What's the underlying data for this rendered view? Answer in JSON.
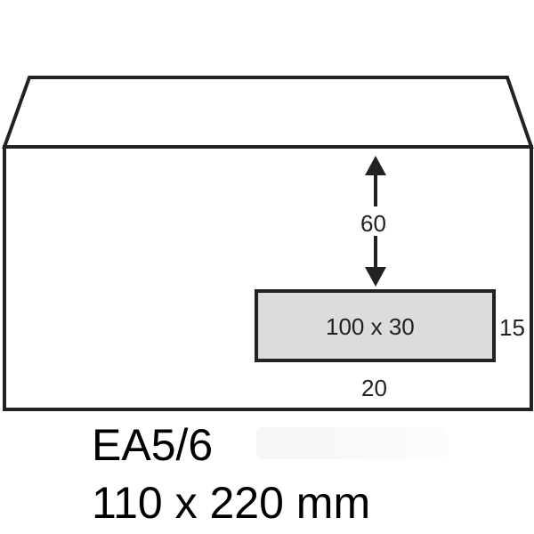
{
  "envelope": {
    "stroke_color": "#222222",
    "window_fill": "#dcdcdc",
    "window_label": "100 x 30",
    "top_offset_label": "60",
    "right_offset_label": "15",
    "bottom_offset_label": "20"
  },
  "caption": {
    "format": "EA5/6",
    "size": "110 x 220 mm"
  }
}
